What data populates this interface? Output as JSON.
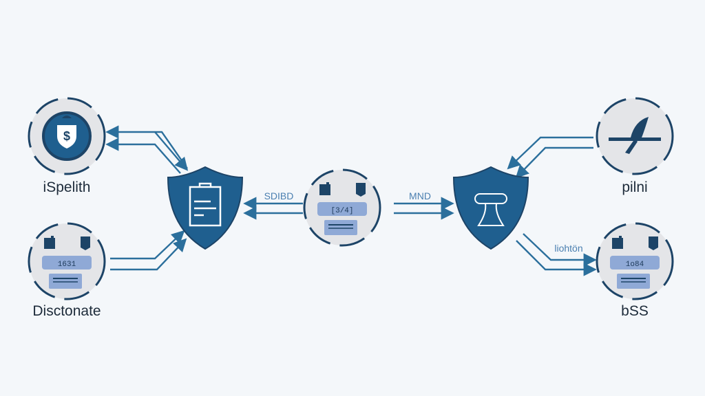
{
  "colors": {
    "background": "#f4f7fa",
    "primary": "#1f5f8f",
    "dark": "#1d4467",
    "arrow": "#2b6f9c",
    "chip": "#8fa9d6",
    "circle": "#e4e5e8"
  },
  "nodes": {
    "left_top": {
      "label": "iSpelith",
      "icon": "dollar-shield-icon"
    },
    "left_bottom": {
      "label": "Disctonate",
      "value": "1631",
      "icon": "card-icon"
    },
    "left_shield": {
      "icon": "clipboard-icon"
    },
    "center": {
      "value": "[3/4]",
      "icon": "card-icon"
    },
    "right_shield": {
      "icon": "chalice-icon"
    },
    "right_top": {
      "label": "pilni",
      "icon": "bird-icon"
    },
    "right_bottom": {
      "label": "bSS",
      "value": "1o84",
      "icon": "card-icon"
    }
  },
  "flows": {
    "left_center": "SDIBD",
    "center_right": "MND",
    "right_bottom": "liohtön"
  }
}
